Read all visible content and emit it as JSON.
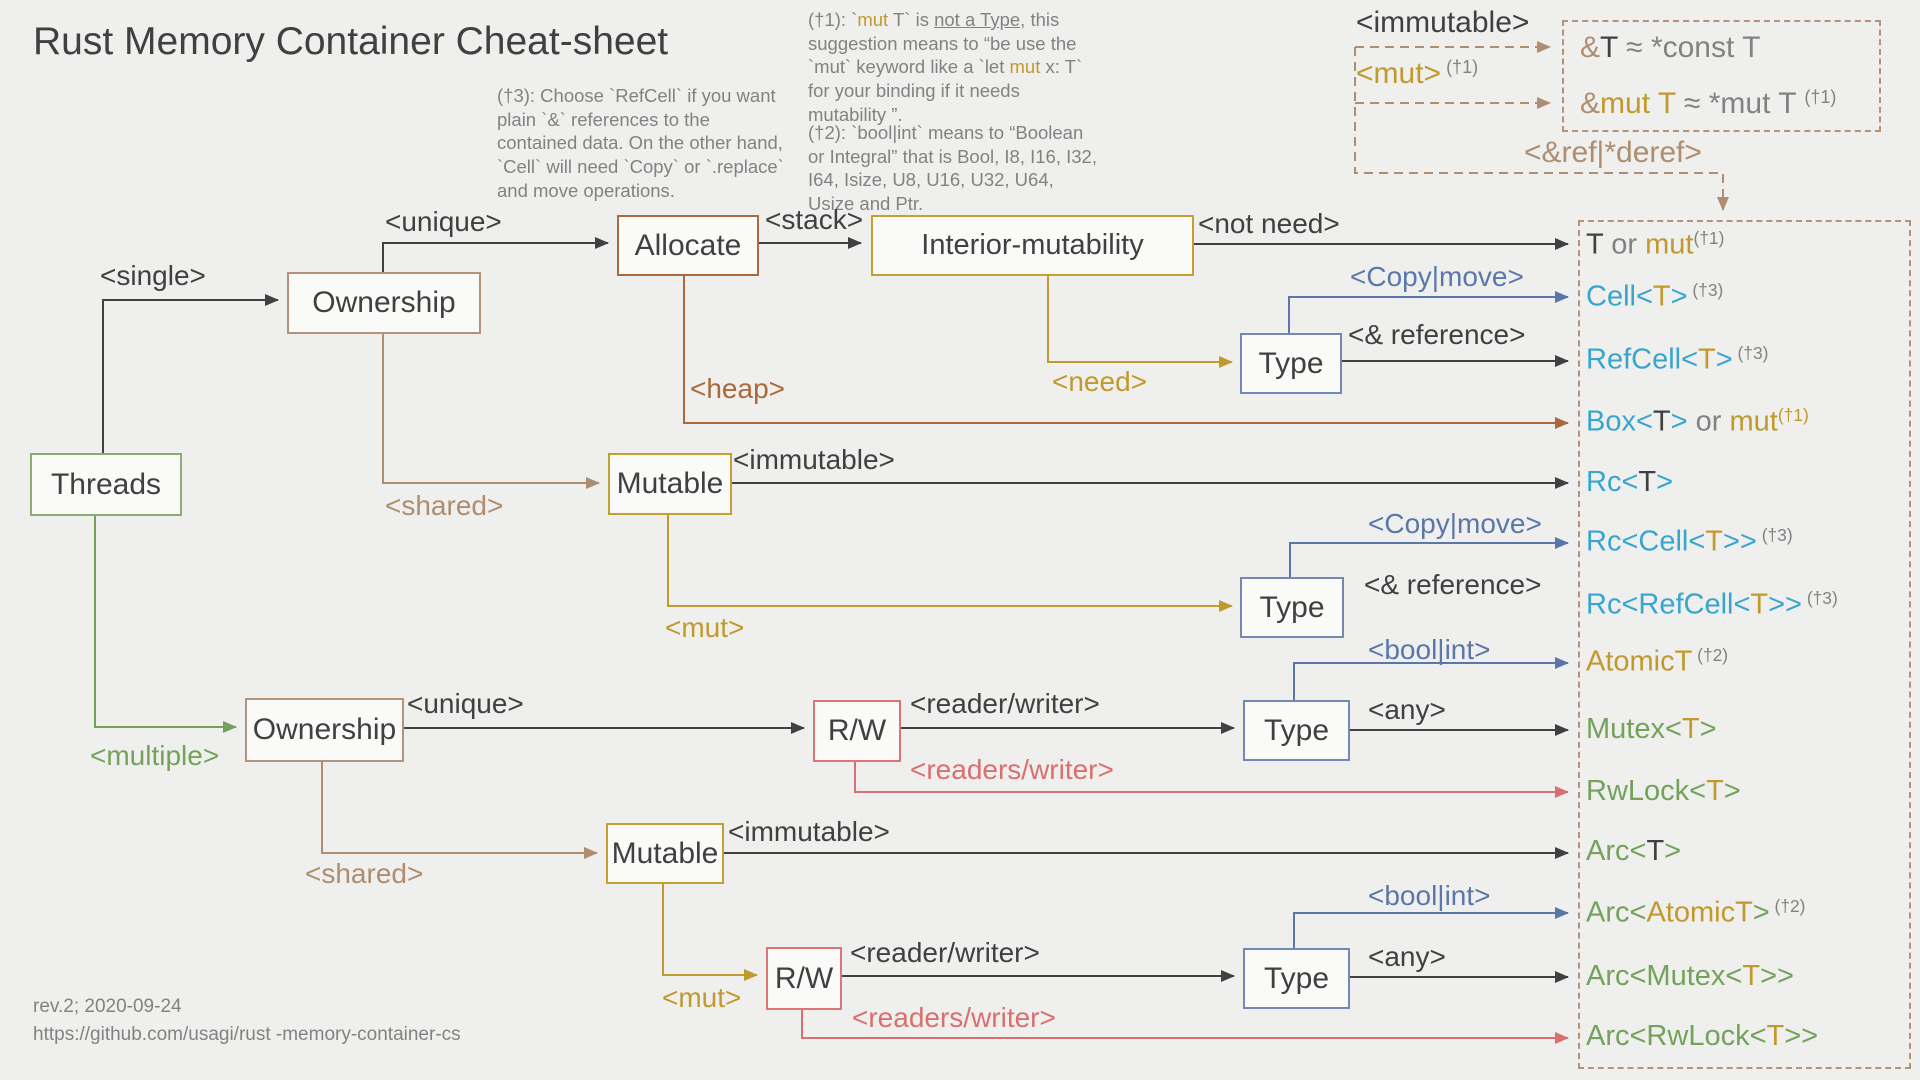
{
  "palette": {
    "dark": "#3f4040",
    "gray": "#828282",
    "tan": "#ad8e70",
    "gold": "#c09a2e",
    "rust": "#a9693c",
    "green": "#74a25c",
    "blue": "#5b77a9",
    "cyan": "#38a5cf",
    "red": "#d9706f"
  },
  "title": "Rust Memory Container Cheat-sheet",
  "footer": {
    "line1": "rev.2; 2020-09-24",
    "line2": "https://github.com/usagi/rust -memory-container-cs"
  },
  "notes": {
    "note1": {
      "segs": [
        {
          "t": "(†1): `",
          "c": "gray"
        },
        {
          "t": "mut",
          "c": "gold"
        },
        {
          "t": " T` is ",
          "c": "gray"
        },
        {
          "t": "not a Type",
          "c": "gray",
          "u": true
        },
        {
          "t": ", this suggestion means to “be use the `mut` keyword like a `let ",
          "c": "gray"
        },
        {
          "t": "mut",
          "c": "gold"
        },
        {
          "t": " x: T` for your binding if it needs mutability ”.",
          "c": "gray"
        }
      ]
    },
    "note2": {
      "segs": [
        {
          "t": "(†2): `bool|int` means to “Boolean or Integral” that is Bool, I8, I16, I32, I64, Isize, U8, U16, U32, U64,  Usize and Ptr.",
          "c": "gray"
        }
      ]
    },
    "note3": {
      "segs": [
        {
          "t": "(†3): Choose `RefCell` if you want plain `&` references to the contained data. On the other hand, `Cell` will need `Copy` or `.replace` and move operations.",
          "c": "gray"
        }
      ]
    }
  },
  "nodes": {
    "threads": "Threads",
    "ownership": "Ownership",
    "allocate": "Allocate",
    "interior": "Interior-mutability",
    "type": "Type",
    "mutable": "Mutable",
    "rw": "R/W"
  },
  "edge_labels": {
    "single": {
      "segs": [
        {
          "t": "<single>",
          "c": "dark"
        }
      ]
    },
    "unique": {
      "segs": [
        {
          "t": "<unique>",
          "c": "dark"
        }
      ]
    },
    "stack": {
      "segs": [
        {
          "t": "<stack>",
          "c": "dark"
        }
      ]
    },
    "not_need": {
      "segs": [
        {
          "t": "<not need>",
          "c": "dark"
        }
      ]
    },
    "copy_move": {
      "segs": [
        {
          "t": "<Copy|move>",
          "c": "blue"
        }
      ]
    },
    "reference": {
      "segs": [
        {
          "t": "<& reference>",
          "c": "dark"
        }
      ]
    },
    "need": {
      "segs": [
        {
          "t": "<need>",
          "c": "gold"
        }
      ]
    },
    "heap": {
      "segs": [
        {
          "t": "<heap>",
          "c": "rust"
        }
      ]
    },
    "shared": {
      "segs": [
        {
          "t": "<shared>",
          "c": "tan"
        }
      ]
    },
    "immutable": {
      "segs": [
        {
          "t": "<immutable>",
          "c": "dark"
        }
      ]
    },
    "mut": {
      "segs": [
        {
          "t": "<mut>",
          "c": "gold"
        }
      ]
    },
    "multiple": {
      "segs": [
        {
          "t": "<multiple>",
          "c": "green"
        }
      ]
    },
    "reader_writer": {
      "segs": [
        {
          "t": "<reader/writer>",
          "c": "dark"
        }
      ]
    },
    "readers_writer": {
      "segs": [
        {
          "t": "<readers/writer>",
          "c": "red"
        }
      ]
    },
    "bool_int": {
      "segs": [
        {
          "t": "<bool|int>",
          "c": "blue"
        }
      ]
    },
    "any": {
      "segs": [
        {
          "t": "<any>",
          "c": "dark"
        }
      ]
    }
  },
  "ref_labels": {
    "immutable": {
      "segs": [
        {
          "t": "<immutable>",
          "c": "dark"
        }
      ]
    },
    "mut": {
      "segs": [
        {
          "t": "<mut>",
          "c": "gold"
        },
        {
          "t": " (†1)",
          "c": "gray",
          "sup": true
        }
      ]
    },
    "refderef": {
      "segs": [
        {
          "t": "<&ref|*deref>",
          "c": "tan"
        }
      ]
    }
  },
  "deref_box": {
    "line1": {
      "segs": [
        {
          "t": "&",
          "c": "tan"
        },
        {
          "t": "T",
          "c": "dark"
        },
        {
          "t": " ≈ *const T",
          "c": "gray"
        }
      ]
    },
    "line2": {
      "segs": [
        {
          "t": "&",
          "c": "tan"
        },
        {
          "t": "mut T",
          "c": "gold"
        },
        {
          "t": " ≈ *mut T ",
          "c": "gray"
        },
        {
          "t": "(†1)",
          "c": "gray",
          "sup": true
        }
      ]
    }
  },
  "results": [
    {
      "segs": [
        {
          "t": "T",
          "c": "dark"
        },
        {
          "t": " or ",
          "c": "gray"
        },
        {
          "t": "mut",
          "c": "gold"
        },
        {
          "t": "(†1)",
          "c": "gray",
          "sup": true
        }
      ]
    },
    {
      "segs": [
        {
          "t": "Cell<",
          "c": "cyan"
        },
        {
          "t": "T",
          "c": "gold"
        },
        {
          "t": ">",
          "c": "cyan"
        },
        {
          "t": " (†3)",
          "c": "gray",
          "sup": true
        }
      ]
    },
    {
      "segs": [
        {
          "t": "RefCell<",
          "c": "cyan"
        },
        {
          "t": "T",
          "c": "gold"
        },
        {
          "t": ">",
          "c": "cyan"
        },
        {
          "t": " (†3)",
          "c": "gray",
          "sup": true
        }
      ]
    },
    {
      "segs": [
        {
          "t": "Box<",
          "c": "cyan"
        },
        {
          "t": "T",
          "c": "dark"
        },
        {
          "t": ">",
          "c": "cyan"
        },
        {
          "t": " or ",
          "c": "gray"
        },
        {
          "t": "mut",
          "c": "gold"
        },
        {
          "t": "(†1)",
          "c": "gold",
          "sup": true
        }
      ]
    },
    {
      "segs": [
        {
          "t": "Rc<",
          "c": "cyan"
        },
        {
          "t": "T",
          "c": "dark"
        },
        {
          "t": ">",
          "c": "cyan"
        }
      ]
    },
    {
      "segs": [
        {
          "t": "Rc<Cell<",
          "c": "cyan"
        },
        {
          "t": "T",
          "c": "gold"
        },
        {
          "t": ">>",
          "c": "cyan"
        },
        {
          "t": " (†3)",
          "c": "gray",
          "sup": true
        }
      ]
    },
    {
      "segs": [
        {
          "t": "Rc<RefCell<",
          "c": "cyan"
        },
        {
          "t": "T",
          "c": "gold"
        },
        {
          "t": ">>",
          "c": "cyan"
        },
        {
          "t": " (†3)",
          "c": "gray",
          "sup": true
        }
      ]
    },
    {
      "segs": [
        {
          "t": "AtomicT",
          "c": "gold"
        },
        {
          "t": " (†2)",
          "c": "gray",
          "sup": true
        }
      ]
    },
    {
      "segs": [
        {
          "t": "Mutex<",
          "c": "green"
        },
        {
          "t": "T",
          "c": "gold"
        },
        {
          "t": ">",
          "c": "green"
        }
      ]
    },
    {
      "segs": [
        {
          "t": "RwLock<",
          "c": "green"
        },
        {
          "t": "T",
          "c": "gold"
        },
        {
          "t": ">",
          "c": "green"
        }
      ]
    },
    {
      "segs": [
        {
          "t": "Arc<",
          "c": "green"
        },
        {
          "t": "T",
          "c": "dark"
        },
        {
          "t": ">",
          "c": "green"
        }
      ]
    },
    {
      "segs": [
        {
          "t": "Arc<",
          "c": "green"
        },
        {
          "t": "AtomicT",
          "c": "gold"
        },
        {
          "t": ">",
          "c": "green"
        },
        {
          "t": " (†2)",
          "c": "gray",
          "sup": true
        }
      ]
    },
    {
      "segs": [
        {
          "t": "Arc<Mutex<",
          "c": "green"
        },
        {
          "t": "T",
          "c": "gold"
        },
        {
          "t": ">>",
          "c": "green"
        }
      ]
    },
    {
      "segs": [
        {
          "t": "Arc<RwLock<",
          "c": "green"
        },
        {
          "t": "T",
          "c": "gold"
        },
        {
          "t": ">>",
          "c": "green"
        }
      ]
    }
  ]
}
